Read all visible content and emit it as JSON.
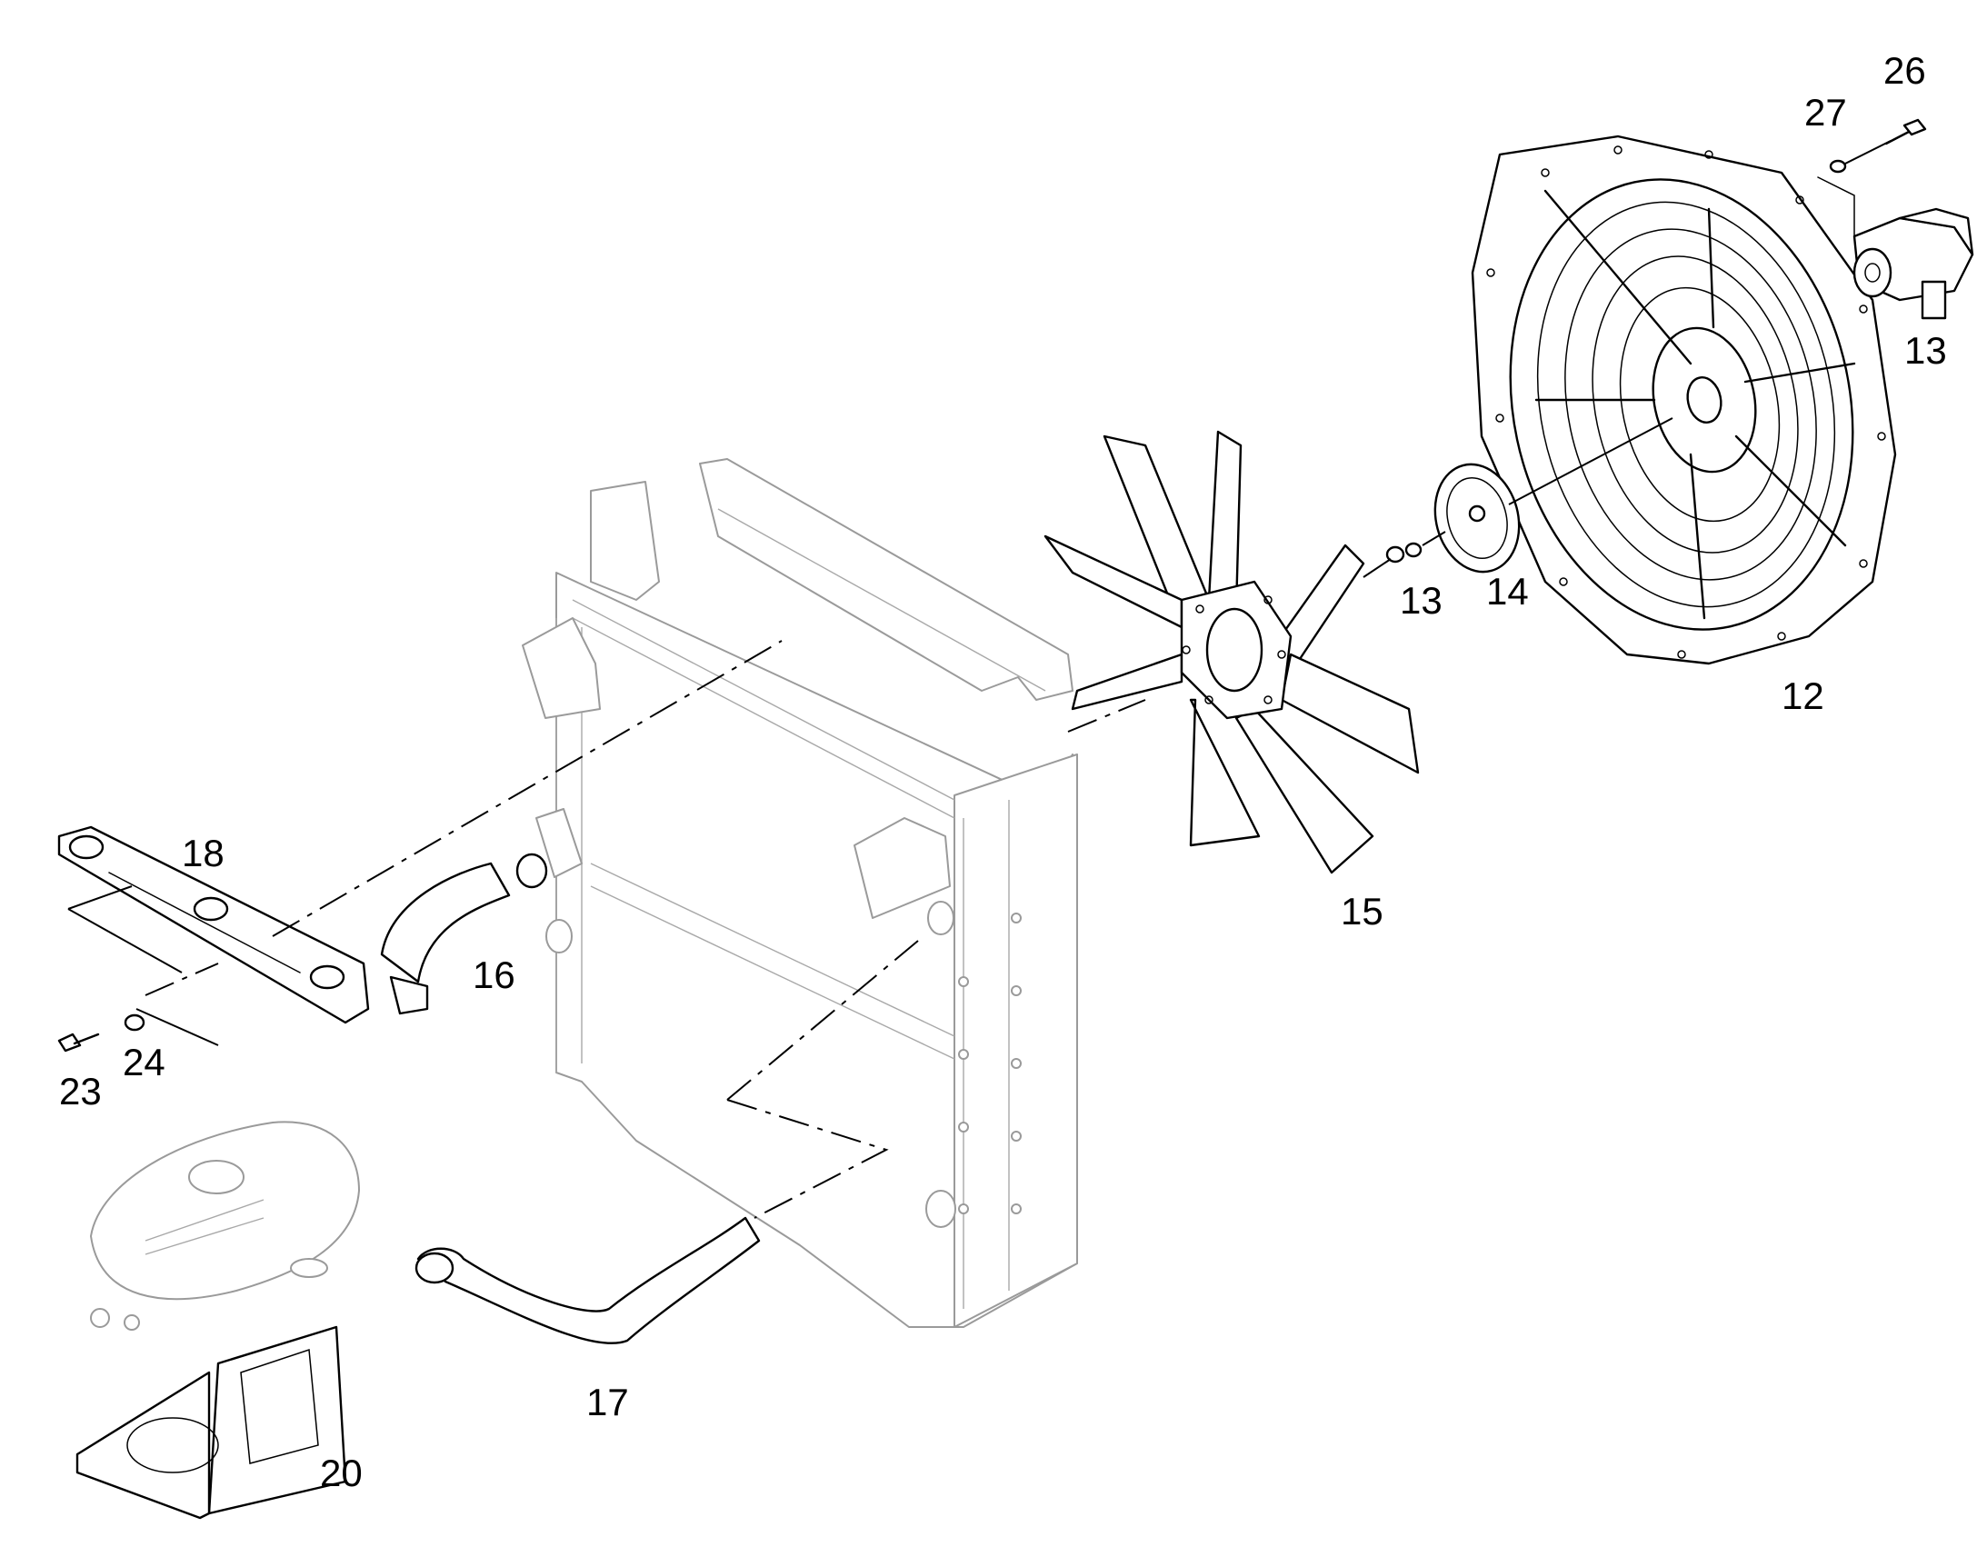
{
  "diagram": {
    "callouts": [
      {
        "id": "c26",
        "label": "26"
      },
      {
        "id": "c27",
        "label": "27"
      },
      {
        "id": "c13a",
        "label": "13"
      },
      {
        "id": "c13b",
        "label": "13"
      },
      {
        "id": "c14",
        "label": "14"
      },
      {
        "id": "c12",
        "label": "12"
      },
      {
        "id": "c15",
        "label": "15"
      },
      {
        "id": "c18",
        "label": "18"
      },
      {
        "id": "c16",
        "label": "16"
      },
      {
        "id": "c24",
        "label": "24"
      },
      {
        "id": "c23",
        "label": "23"
      },
      {
        "id": "c17",
        "label": "17"
      },
      {
        "id": "c20",
        "label": "20"
      }
    ]
  }
}
